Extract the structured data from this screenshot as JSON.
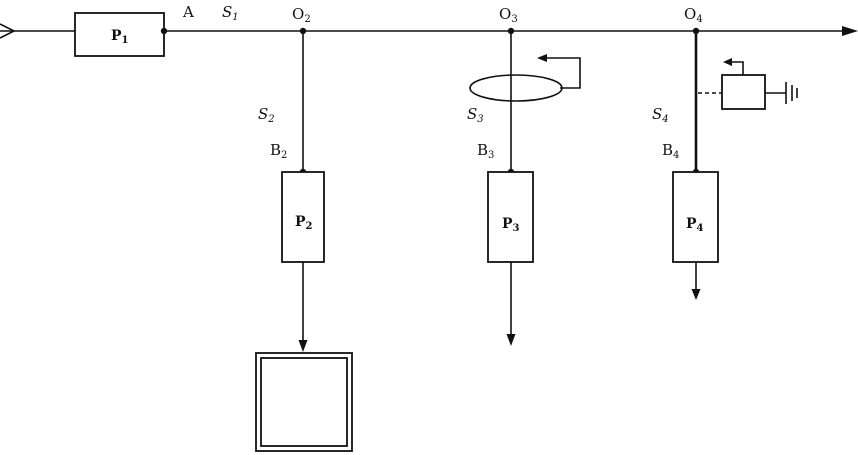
{
  "points": {
    "a": "A",
    "o2": "O",
    "o2_sub": "2",
    "o3": "O",
    "o3_sub": "3",
    "o4": "O",
    "o4_sub": "4",
    "b2": "B",
    "b2_sub": "2",
    "b3": "B",
    "b3_sub": "3",
    "b4": "B",
    "b4_sub": "4"
  },
  "segments": {
    "s1": "S",
    "s1_sub": "1",
    "s2": "S",
    "s2_sub": "2",
    "s3": "S",
    "s3_sub": "3",
    "s4": "S",
    "s4_sub": "4"
  },
  "blocks": {
    "p1": "P",
    "p1_sub": "1",
    "p2": "P",
    "p2_sub": "2",
    "p3": "P",
    "p3_sub": "3",
    "p4": "P",
    "p4_sub": "4"
  },
  "colors": {
    "line": "#111111",
    "background": "#ffffff"
  }
}
